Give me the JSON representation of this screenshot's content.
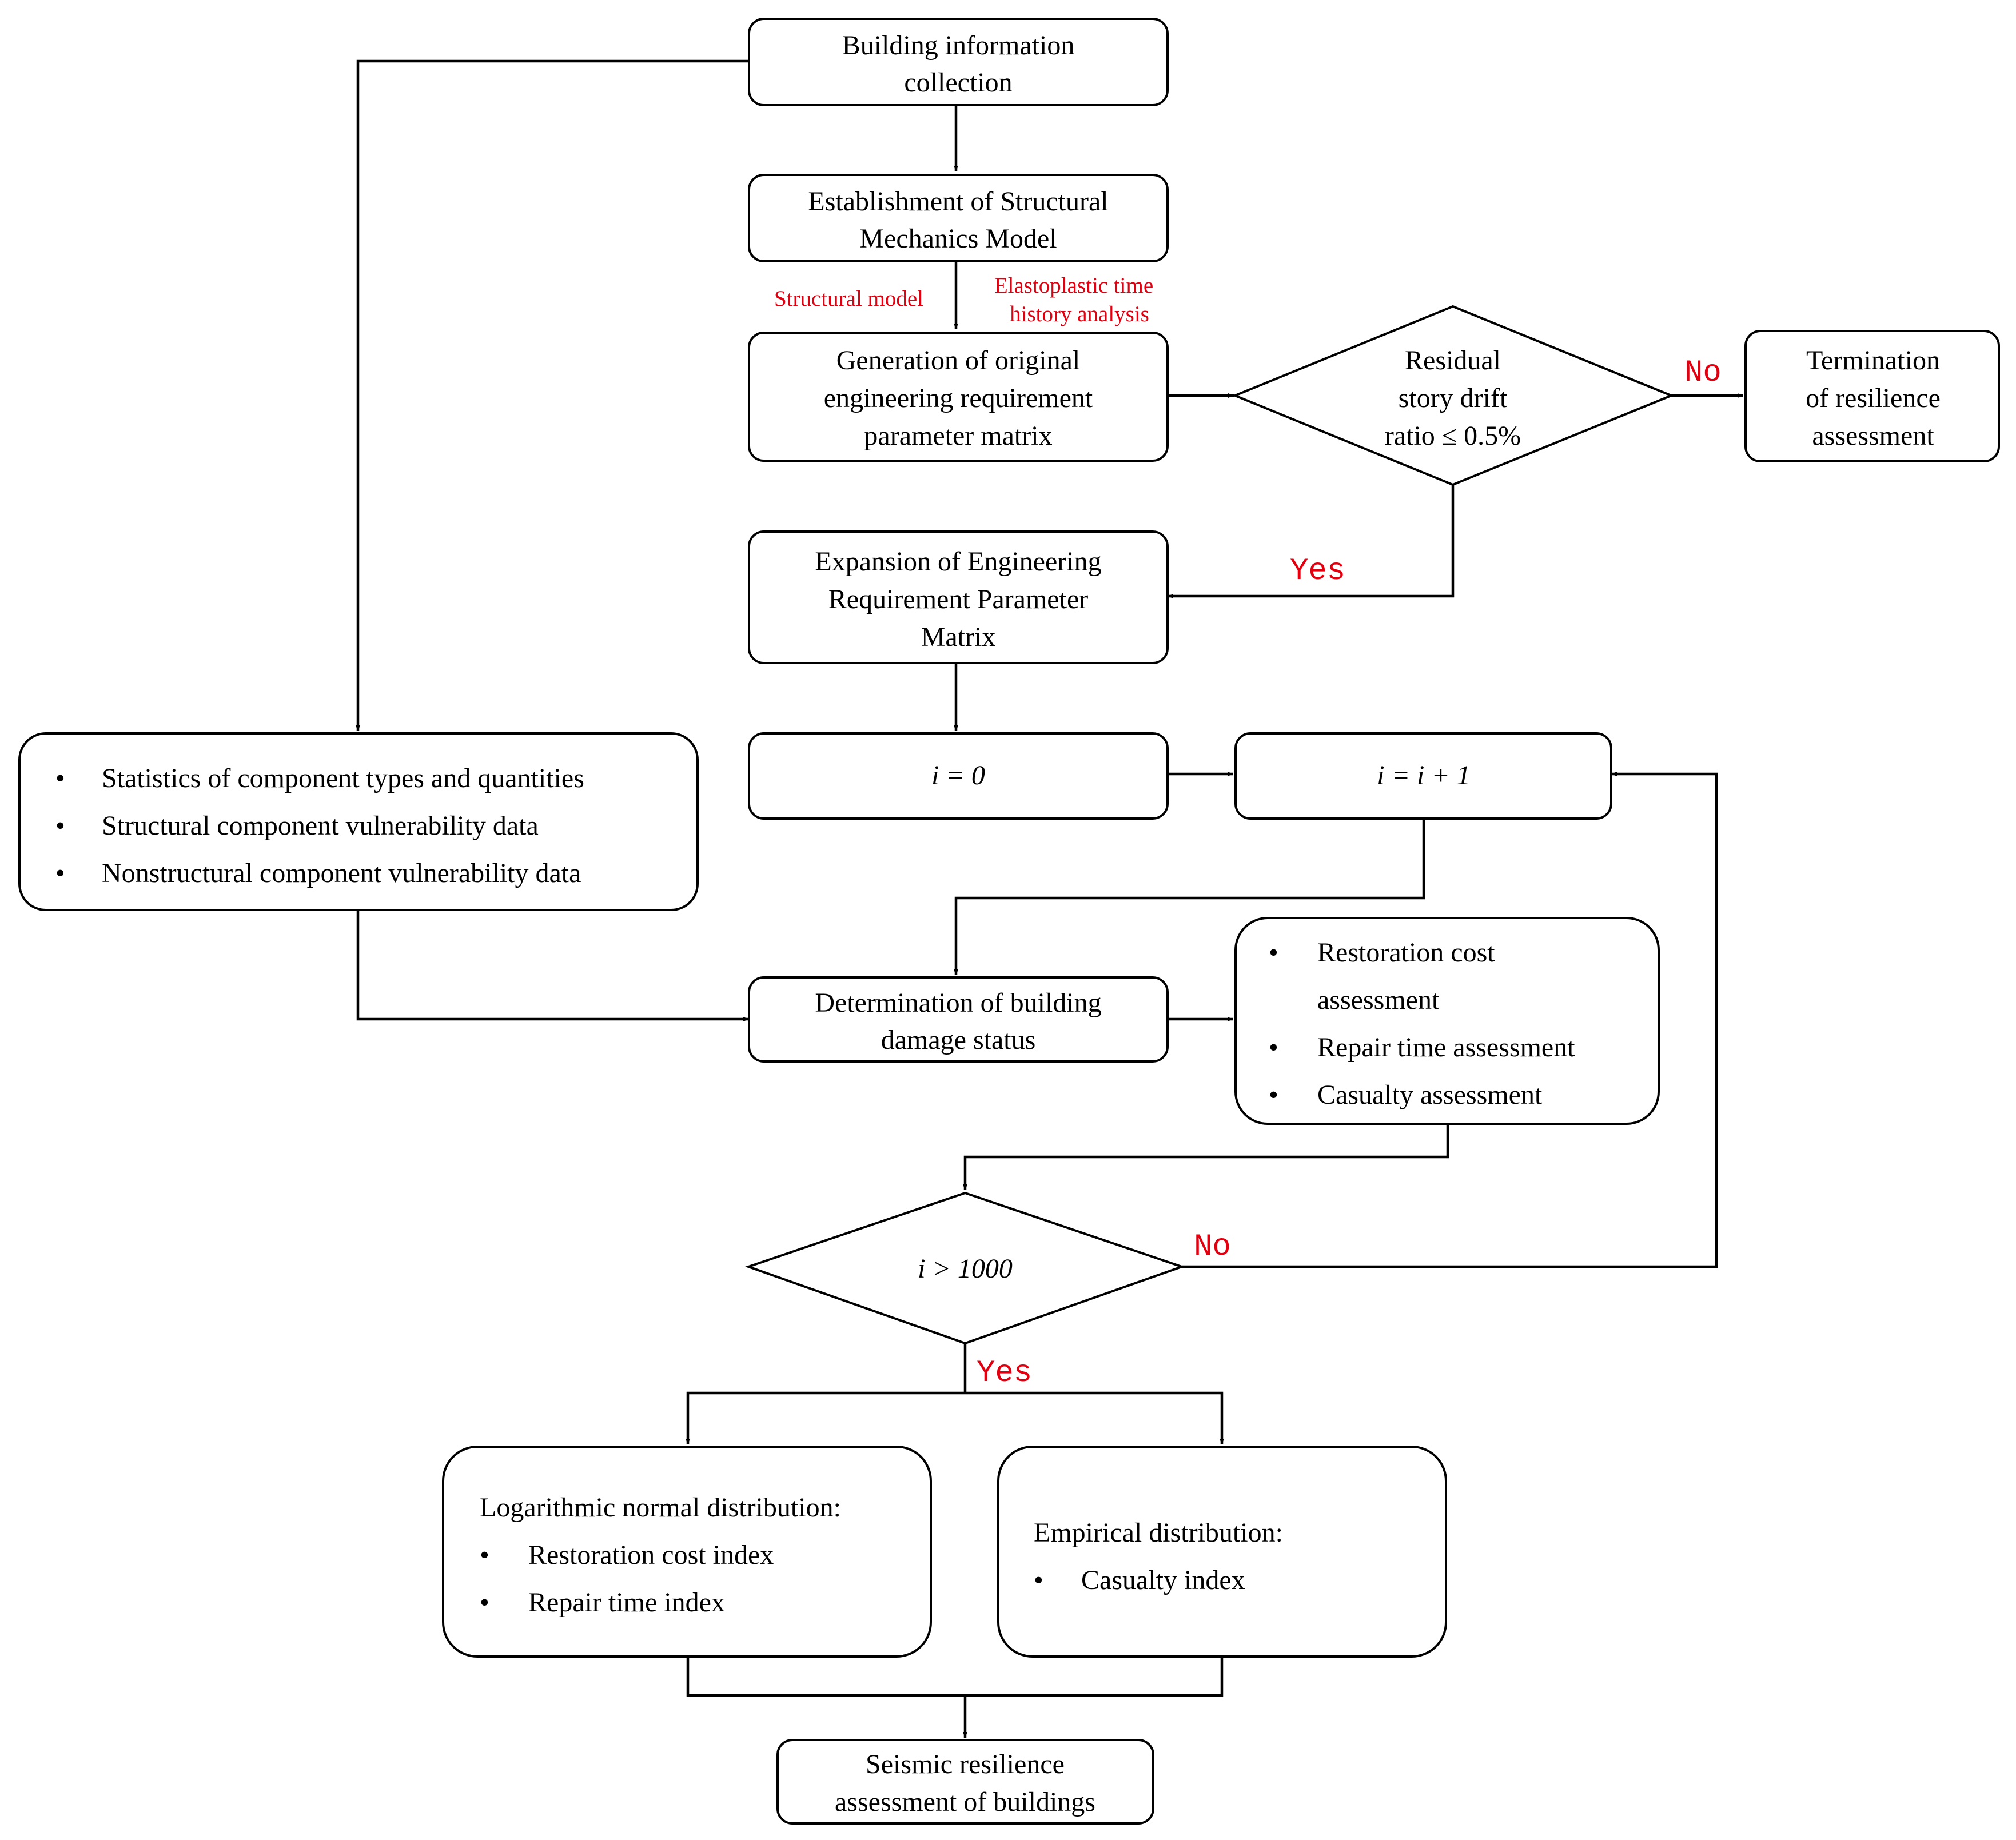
{
  "nodes": {
    "building_info": [
      "Building information",
      "collection"
    ],
    "structural_model_est": [
      "Establishment of Structural",
      "Mechanics Model"
    ],
    "generation_edp": [
      "Generation of original",
      "engineering requirement",
      "parameter matrix"
    ],
    "residual_decision": [
      "Residual",
      "story drift",
      "ratio ≤ 0.5%"
    ],
    "termination": [
      "Termination",
      "of resilience",
      "assessment"
    ],
    "expansion": [
      "Expansion of Engineering",
      "Requirement Parameter",
      "Matrix"
    ],
    "i_zero": "i = 0",
    "i_increment": "i = i + 1",
    "component_data": {
      "items": [
        "Statistics of component types and quantities",
        "Structural component vulnerability data",
        "Nonstructural component vulnerability data"
      ]
    },
    "damage_status": [
      "Determination of building",
      "damage status"
    ],
    "assessments": {
      "items": [
        "Restoration cost",
        "assessment",
        "Repair time assessment",
        "Casualty assessment"
      ]
    },
    "i_decision": "i > 1000",
    "lognormal": {
      "title": "Logarithmic normal distribution:",
      "items": [
        "Restoration cost index",
        "Repair time index"
      ]
    },
    "empirical": {
      "title": "Empirical distribution:",
      "items": [
        "Casualty index"
      ]
    },
    "seismic_resilience": [
      "Seismic resilience",
      "assessment of buildings"
    ]
  },
  "edge_labels": {
    "structural_model": "Structural model",
    "elastoplastic": [
      "Elastoplastic time",
      "history analysis"
    ],
    "no_termination": "No",
    "yes_expansion": "Yes",
    "no_loop": "No",
    "yes_output": "Yes"
  },
  "bullet": "•",
  "colors": {
    "line": "#000000",
    "label_red": "#e0000f",
    "box_fill": "#ffffff"
  }
}
